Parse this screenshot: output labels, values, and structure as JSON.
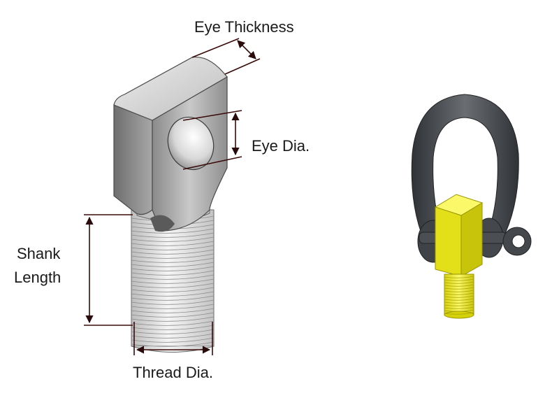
{
  "labels": {
    "eye_thickness": "Eye Thickness",
    "eye_dia": "Eye Dia.",
    "shank_line1": "Shank",
    "shank_line2": "Length",
    "thread_dia": "Thread Dia."
  },
  "colors": {
    "dimension_line": "#3a0a0a",
    "body_metal": "#9a9a9a",
    "shackle": "#4a4e52",
    "swivel_yellow": "#f2ee1a"
  },
  "icons": [
    "eye-bolt-drawing",
    "shackle-swivel-hoist-ring"
  ]
}
